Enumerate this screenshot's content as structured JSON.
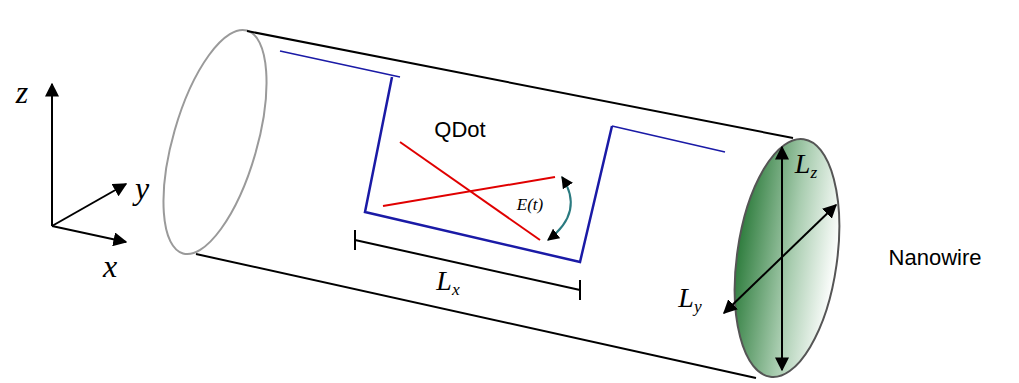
{
  "diagram": {
    "labels": [
      "z",
      "y",
      "x",
      "QDot",
      "E(t)",
      "Lx",
      "Ly",
      "Lz",
      "Nanowire"
    ]
  }
}
